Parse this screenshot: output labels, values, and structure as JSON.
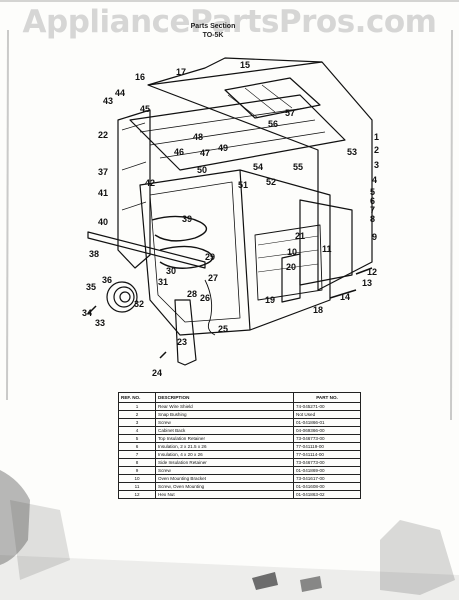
{
  "watermark": "AppliancePartsPros.com",
  "header": {
    "line1": "Parts Section",
    "line2": "TO-5K"
  },
  "callouts": [
    "1",
    "2",
    "3",
    "4",
    "5",
    "6",
    "7",
    "8",
    "9",
    "10",
    "11",
    "12",
    "13",
    "14",
    "15",
    "16",
    "17",
    "18",
    "19",
    "20",
    "21",
    "22",
    "23",
    "24",
    "25",
    "26",
    "27",
    "28",
    "29",
    "30",
    "31",
    "32",
    "33",
    "34",
    "35",
    "36",
    "37",
    "38",
    "39",
    "40",
    "41",
    "42",
    "43",
    "44",
    "45",
    "46",
    "47",
    "48",
    "49",
    "50",
    "51",
    "52",
    "53",
    "54",
    "55",
    "56",
    "57"
  ],
  "table": {
    "headers": [
      "REF. NO.",
      "DESCRIPTION",
      "PART NO."
    ],
    "rows": [
      {
        "ref": "1",
        "desc": "Rear Wire Shield",
        "part": "74-045271-00"
      },
      {
        "ref": "2",
        "desc": "Snap Bushing",
        "part": "Not Used"
      },
      {
        "ref": "3",
        "desc": "Screw",
        "part": "01-041866-01"
      },
      {
        "ref": "4",
        "desc": "Cabinet Back",
        "part": "04-069366-00"
      },
      {
        "ref": "5",
        "desc": "Top Insulation Retainer",
        "part": "73-046773-00"
      },
      {
        "ref": "6",
        "desc": "Insulation, 2 x 21.5 x 26",
        "part": "77-041119-00"
      },
      {
        "ref": "7",
        "desc": "Insulation, 4 x 20 x 26",
        "part": "77-041114-00"
      },
      {
        "ref": "8",
        "desc": "Side Insulation Retainer",
        "part": "73-046773-00"
      },
      {
        "ref": "9",
        "desc": "Screw",
        "part": "01-041869-00"
      },
      {
        "ref": "10",
        "desc": "Oven Mounting Bracket",
        "part": "73-041617-00"
      },
      {
        "ref": "11",
        "desc": "Screw, Oven Mounting",
        "part": "01-041608-00"
      },
      {
        "ref": "12",
        "desc": "Hex Nut",
        "part": "01-041863-02"
      }
    ]
  }
}
